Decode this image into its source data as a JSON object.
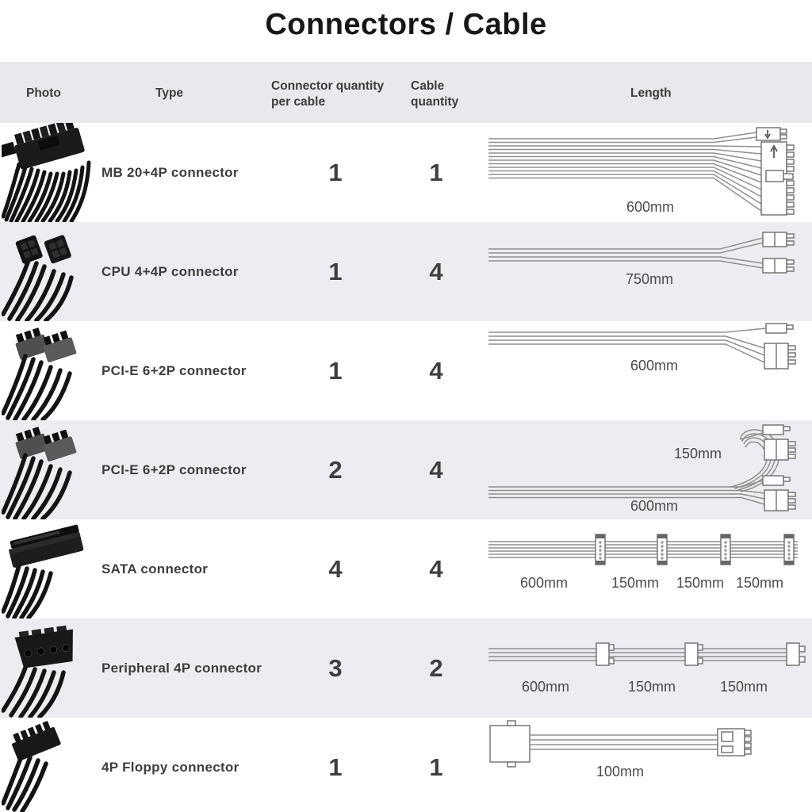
{
  "page_title": "Connectors / Cable",
  "header": {
    "photo": "Photo",
    "type": "Type",
    "connector_qty_line1": "Connector quantity",
    "connector_qty_line2": "per cable",
    "cable_qty_line1": "Cable",
    "cable_qty_line2": "quantity",
    "length": "Length"
  },
  "colors": {
    "header_bg": "#e8e9ec",
    "row_alt_bg": "#ebedf0",
    "text_dark": "#3d3d3d",
    "line_art_gray": "#8f8f8f"
  },
  "rows": [
    {
      "type": "MB 20+4P connector",
      "connector_qty": "1",
      "cable_qty": "1",
      "lengths": [
        "600mm"
      ]
    },
    {
      "type": "CPU 4+4P connector",
      "connector_qty": "1",
      "cable_qty": "4",
      "lengths": [
        "750mm"
      ]
    },
    {
      "type": "PCI-E 6+2P connector",
      "connector_qty": "1",
      "cable_qty": "4",
      "lengths": [
        "600mm"
      ]
    },
    {
      "type": "PCI-E 6+2P connector",
      "connector_qty": "2",
      "cable_qty": "4",
      "lengths": [
        "150mm",
        "600mm"
      ]
    },
    {
      "type": "SATA connector",
      "connector_qty": "4",
      "cable_qty": "4",
      "lengths": [
        "600mm",
        "150mm",
        "150mm",
        "150mm"
      ]
    },
    {
      "type": "Peripheral 4P connector",
      "connector_qty": "3",
      "cable_qty": "2",
      "lengths": [
        "600mm",
        "150mm",
        "150mm"
      ]
    },
    {
      "type": "4P Floppy connector",
      "connector_qty": "1",
      "cable_qty": "1",
      "lengths": [
        "100mm"
      ]
    }
  ]
}
